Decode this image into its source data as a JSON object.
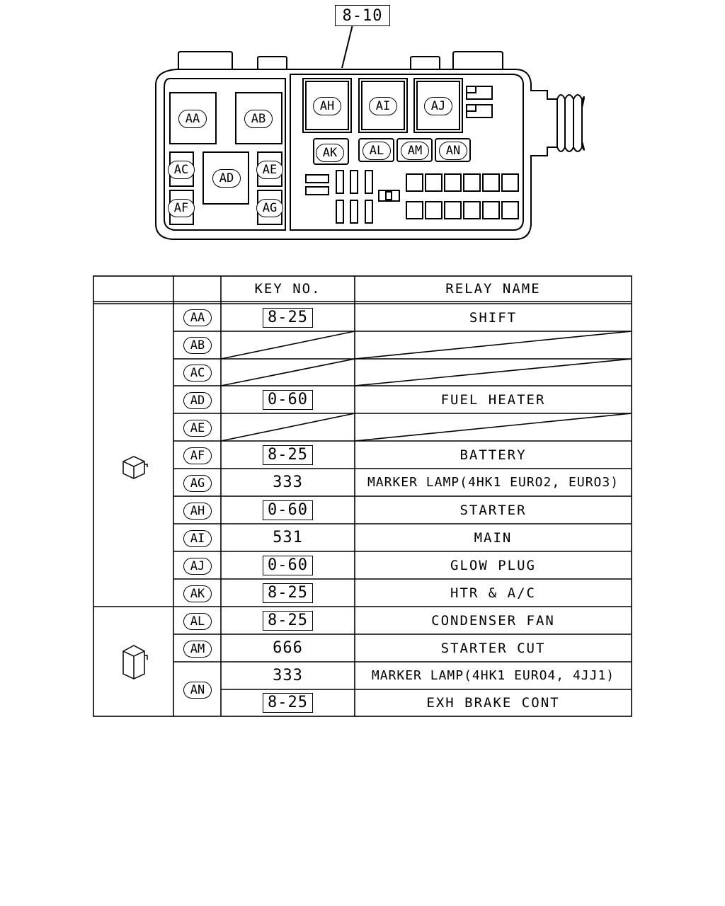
{
  "diagram": {
    "reference_label": "8-10",
    "component_labels": [
      "AA",
      "AB",
      "AC",
      "AD",
      "AE",
      "AF",
      "AG",
      "AH",
      "AI",
      "AJ",
      "AK",
      "AL",
      "AM",
      "AN"
    ]
  },
  "table": {
    "headers": {
      "key_no": "KEY NO.",
      "relay_name": "RELAY NAME"
    },
    "groups": [
      {
        "icon": "cube-relay-icon"
      },
      {
        "icon": "tall-relay-icon"
      }
    ],
    "rows": [
      {
        "code": "AA",
        "key": "8-25",
        "key_boxed": true,
        "name": "SHIFT"
      },
      {
        "code": "AB",
        "key": "",
        "key_boxed": false,
        "name": ""
      },
      {
        "code": "AC",
        "key": "",
        "key_boxed": false,
        "name": ""
      },
      {
        "code": "AD",
        "key": "0-60",
        "key_boxed": true,
        "name": "FUEL HEATER"
      },
      {
        "code": "AE",
        "key": "",
        "key_boxed": false,
        "name": ""
      },
      {
        "code": "AF",
        "key": "8-25",
        "key_boxed": true,
        "name": "BATTERY"
      },
      {
        "code": "AG",
        "key": "333",
        "key_boxed": false,
        "name": "MARKER LAMP(4HK1 EURO2, EURO3)"
      },
      {
        "code": "AH",
        "key": "0-60",
        "key_boxed": true,
        "name": "STARTER"
      },
      {
        "code": "AI",
        "key": "531",
        "key_boxed": false,
        "name": "MAIN"
      },
      {
        "code": "AJ",
        "key": "0-60",
        "key_boxed": true,
        "name": "GLOW PLUG"
      },
      {
        "code": "AK",
        "key": "8-25",
        "key_boxed": true,
        "name": "HTR & A/C"
      },
      {
        "code": "AL",
        "key": "8-25",
        "key_boxed": true,
        "name": "CONDENSER FAN"
      },
      {
        "code": "AM",
        "key": "666",
        "key_boxed": false,
        "name": "STARTER CUT"
      },
      {
        "code": "AN",
        "key": "333",
        "key_boxed": false,
        "name": "MARKER LAMP(4HK1 EURO4, 4JJ1)"
      },
      {
        "code": "AN",
        "key": "8-25",
        "key_boxed": true,
        "name": "EXH BRAKE CONT"
      }
    ]
  }
}
